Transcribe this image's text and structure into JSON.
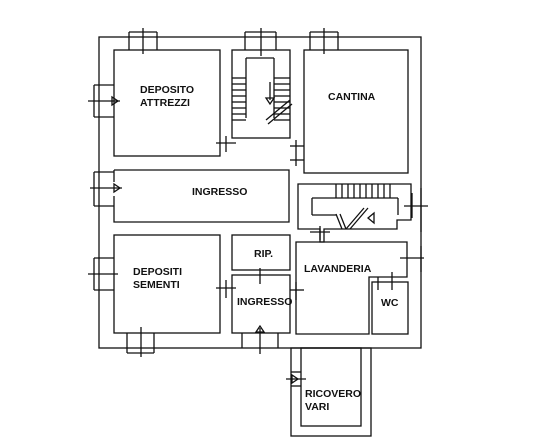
{
  "plan": {
    "rooms": [
      {
        "id": "deposito-attrezzi",
        "lines": [
          "DEPOSITO",
          "ATTREZZI"
        ]
      },
      {
        "id": "cantina",
        "lines": [
          "CANTINA"
        ]
      },
      {
        "id": "ingresso-main",
        "lines": [
          "INGRESSO"
        ]
      },
      {
        "id": "depositi-sementi",
        "lines": [
          "DEPOSITI",
          "SEMENTI"
        ]
      },
      {
        "id": "ripostiglio",
        "lines": [
          "RIP."
        ]
      },
      {
        "id": "lavanderia",
        "lines": [
          "LAVANDERIA"
        ]
      },
      {
        "id": "ingresso-small",
        "lines": [
          "INGRESSO"
        ]
      },
      {
        "id": "wc",
        "lines": [
          "WC"
        ]
      },
      {
        "id": "ricovero-vari",
        "lines": [
          "RICOVERO",
          "VARI"
        ]
      }
    ]
  },
  "colors": {
    "line": "#111111",
    "background": "#ffffff"
  }
}
